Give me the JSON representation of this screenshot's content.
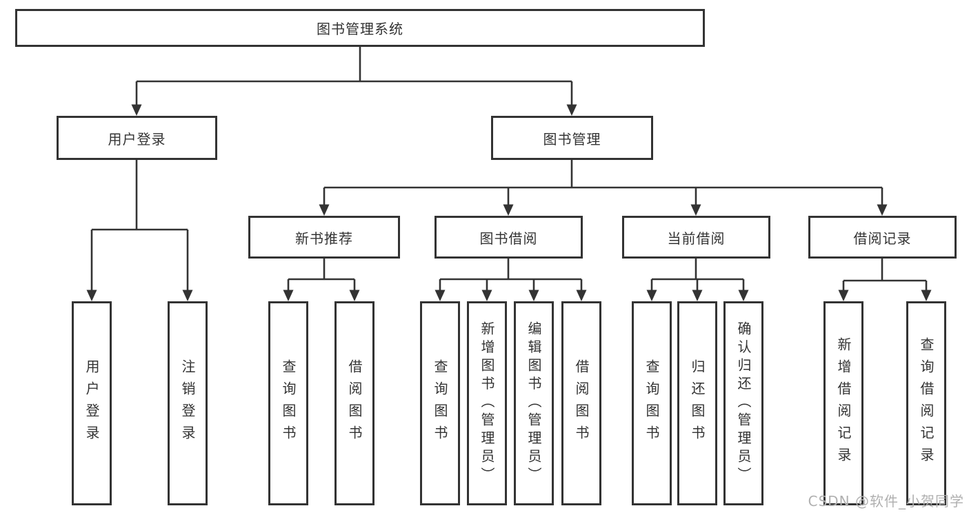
{
  "diagram": {
    "root": "图书管理系统",
    "login_branch": {
      "label": "用户登录",
      "children": [
        "用户登录",
        "注销登录"
      ]
    },
    "mgmt_branch": {
      "label": "图书管理",
      "modules": [
        {
          "label": "新书推荐",
          "children": [
            "查询图书",
            "借阅图书"
          ]
        },
        {
          "label": "图书借阅",
          "children": [
            "查询图书",
            "新增图书（管理员）",
            "编辑图书（管理员）",
            "借阅图书"
          ]
        },
        {
          "label": "当前借阅",
          "children": [
            "查询图书",
            "归还图书",
            "确认归还（管理员）"
          ]
        },
        {
          "label": "借阅记录",
          "children": [
            "新增借阅记录",
            "查询借阅记录"
          ]
        }
      ]
    },
    "colors": {
      "line": "#333333",
      "box_border": "#333333",
      "text": "#333333",
      "watermark": "#b0b0b0",
      "background": "#ffffff"
    }
  },
  "watermark": "CSDN @软件_小贺同学"
}
